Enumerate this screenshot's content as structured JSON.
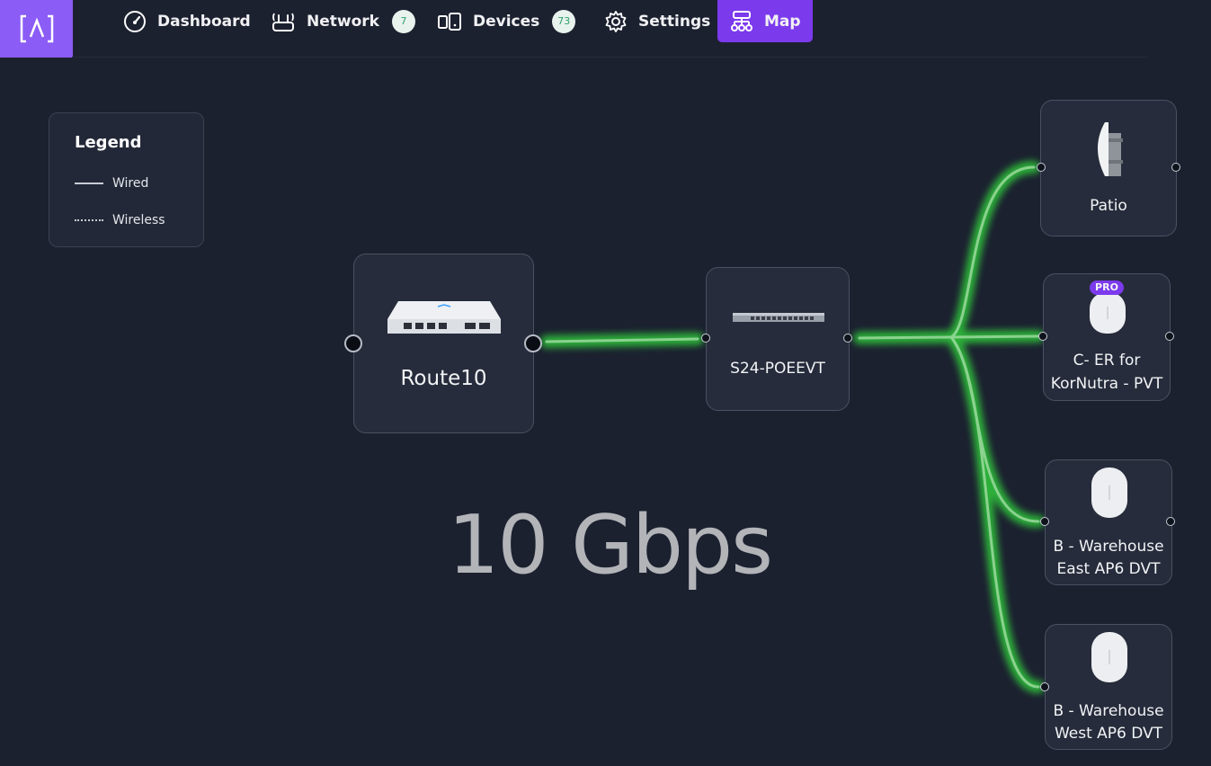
{
  "nav": {
    "logo_icon": "bracket-a-logo",
    "items": [
      {
        "label": "Dashboard",
        "icon": "gauge-icon"
      },
      {
        "label": "Network",
        "icon": "router-icon",
        "badge": "7"
      },
      {
        "label": "Devices",
        "icon": "devices-icon",
        "badge": "73"
      },
      {
        "label": "Settings",
        "icon": "gear-icon"
      },
      {
        "label": "Map",
        "icon": "sitemap-icon",
        "active": true
      }
    ]
  },
  "legend": {
    "title": "Legend",
    "wired": "Wired",
    "wireless": "Wireless"
  },
  "map": {
    "speed_label": "10 Gbps",
    "link_color": "#3fd14a",
    "nodes": {
      "router": {
        "label": "Route10",
        "icon": "router-device-image"
      },
      "switch": {
        "label": "S24-POEEVT",
        "icon": "switch-device-image"
      },
      "patio": {
        "label": "Patio",
        "icon": "outdoor-ap-image"
      },
      "ap_pro": {
        "label_line1": "C- ER for",
        "label_line2": "KorNutra - PVT",
        "badge": "PRO",
        "icon": "access-point-image"
      },
      "ap_east": {
        "label_line1": "B - Warehouse",
        "label_line2": "East AP6 DVT",
        "icon": "access-point-image"
      },
      "ap_west": {
        "label_line1": "B - Warehouse",
        "label_line2": "West AP6 DVT",
        "icon": "access-point-image"
      }
    }
  },
  "colors": {
    "accent": "#7c3aed",
    "background": "#1c2130",
    "badge_text": "#2f9e6b"
  }
}
